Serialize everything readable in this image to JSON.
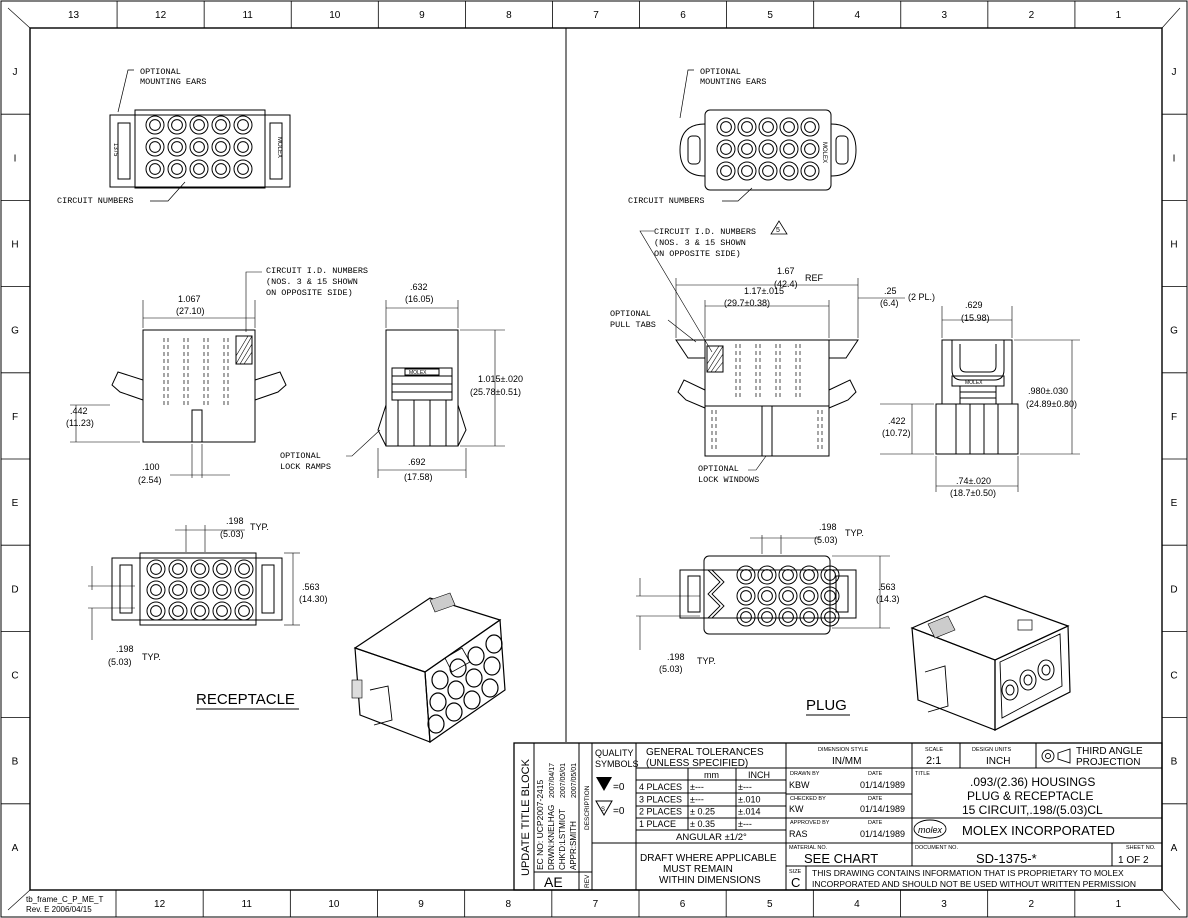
{
  "border": {
    "top_zones": [
      "13",
      "12",
      "11",
      "10",
      "9",
      "8",
      "7",
      "6",
      "5",
      "4",
      "3",
      "2",
      "1"
    ],
    "bottom_zones": [
      "12",
      "11",
      "10",
      "9",
      "8",
      "7",
      "6",
      "5",
      "4",
      "3",
      "2",
      "1"
    ],
    "row_zones": [
      "J",
      "I",
      "H",
      "G",
      "F",
      "E",
      "D",
      "C",
      "B",
      "A"
    ],
    "frame_id": "tb_frame_C_P_ME_T",
    "frame_rev": "Rev. E 2006/04/15"
  },
  "receptacle": {
    "view_label": "RECEPTACLE",
    "mounting_ears_note": [
      "OPTIONAL",
      "MOUNTING EARS"
    ],
    "circuit_numbers_note": "CIRCUIT NUMBERS",
    "circuit_id_note": [
      "CIRCUIT I.D. NUMBERS",
      "(NOS. 3 & 15 SHOWN",
      "ON OPPOSITE SIDE)"
    ],
    "lock_ramps_note": [
      "OPTIONAL",
      "LOCK RAMPS"
    ],
    "side_text_left": "1375",
    "side_text_right": "MOLEX",
    "dims": {
      "width_in": "1.067",
      "width_mm": "(27.10)",
      "depth_in": ".632",
      "depth_mm": "(16.05)",
      "height_in": "1.015±.020",
      "height_mm": "(25.78±0.51)",
      "ear_in": ".442",
      "ear_mm": "(11.23)",
      "tab_in": ".100",
      "tab_mm": "(2.54)",
      "base_in": ".692",
      "base_mm": "(17.58)",
      "pitch_top_in": ".198",
      "pitch_top_mm": "(5.03)",
      "typ": "TYP.",
      "face_h_in": ".563",
      "face_h_mm": "(14.30)",
      "pitch_bot_in": ".198",
      "pitch_bot_mm": "(5.03)"
    }
  },
  "plug": {
    "view_label": "PLUG",
    "mounting_ears_note": [
      "OPTIONAL",
      "MOUNTING EARS"
    ],
    "circuit_numbers_note": "CIRCUIT NUMBERS",
    "circuit_id_note": [
      "CIRCUIT I.D. NUMBERS",
      "(NOS. 3 & 15 SHOWN",
      "ON OPPOSITE SIDE)"
    ],
    "revision_flag": "5",
    "pull_tabs_note": [
      "OPTIONAL",
      "PULL TABS"
    ],
    "lock_windows_note": [
      "OPTIONAL",
      "LOCK WINDOWS"
    ],
    "side_text_right": "MOLEX",
    "dims": {
      "overall_in": "1.67",
      "overall_mm": "(42.4)",
      "ref": "REF",
      "body_in": "1.17±.015",
      "body_mm": "(29.7±0.38)",
      "flange_in": ".25",
      "flange_mm": "(6.4)",
      "flange_pl": "(2 PL.)",
      "depth_in": ".629",
      "depth_mm": "(15.98)",
      "height_in": ".980±.030",
      "height_mm": "(24.89±0.80)",
      "lower_in": ".422",
      "lower_mm": "(10.72)",
      "base_in": ".74±.020",
      "base_mm": "(18.7±0.50)",
      "pitch_top_in": ".198",
      "pitch_top_mm": "(5.03)",
      "typ": "TYP.",
      "face_h_in": ".563",
      "face_h_mm": "(14.3)",
      "pitch_bot_in": ".198",
      "pitch_bot_mm": "(5.03)"
    }
  },
  "title_block": {
    "revision_title": "UPDATE TITLE BLOCK",
    "ec_no": "EC NO: UCP2007-2415",
    "drwn": "DRWN:KNELHAG",
    "drwn_date": "2007/04/17",
    "chkd": "CHK'D:LSTMIOT",
    "chkd_date": "2007/05/01",
    "appr": "APPR:SMITH",
    "appr_date": "2007/05/01",
    "description_label": "DESCRIPTION",
    "rev_label": "REV",
    "rev_value": "AE",
    "quality_symbols": [
      "QUALITY",
      "SYMBOLS"
    ],
    "qs_row1": "=0",
    "qs_row2": "=0",
    "gen_tol_title": [
      "GENERAL TOLERANCES",
      "(UNLESS SPECIFIED)"
    ],
    "tol_head_mm": "mm",
    "tol_head_inch": "INCH",
    "tolerances": [
      {
        "places": "4 PLACES",
        "mm": "±---",
        "inch": "±---"
      },
      {
        "places": "3 PLACES",
        "mm": "±---",
        "inch": "±.010"
      },
      {
        "places": "2 PLACES",
        "mm": "± 0.25",
        "inch": "±.014"
      },
      {
        "places": "1 PLACE",
        "mm": "± 0.35",
        "inch": "±---"
      }
    ],
    "angular": "ANGULAR ±1/2°",
    "draft_note": [
      "DRAFT WHERE APPLICABLE",
      "MUST REMAIN",
      "WITHIN DIMENSIONS"
    ],
    "dim_style_label": "DIMENSION STYLE",
    "dim_style": "IN/MM",
    "scale_label": "SCALE",
    "scale": "2:1",
    "design_units_label": "DESIGN UNITS",
    "design_units": "INCH",
    "projection": [
      "THIRD ANGLE",
      "PROJECTION"
    ],
    "drawn_by_label": "DRAWN BY",
    "drawn_by": "KBW",
    "checked_by_label": "CHECKED BY",
    "checked_by": "KW",
    "approved_by_label": "APPROVED BY",
    "approved_by": "RAS",
    "date_label": "DATE",
    "drawn_date": "01/14/1989",
    "checked_date": "01/14/1989",
    "approved_date": "01/14/1989",
    "title_label": "TITLE",
    "title": [
      ".093/(2.36) HOUSINGS",
      "PLUG & RECEPTACLE",
      "15 CIRCUIT,.198/(5.03)CL"
    ],
    "company_logo": "molex",
    "company": "MOLEX INCORPORATED",
    "material_label": "MATERIAL NO.",
    "material": "SEE CHART",
    "document_label": "DOCUMENT NO.",
    "document": "SD-1375-*",
    "sheet_label": "SHEET NO.",
    "sheet": "1 OF 2",
    "size_label": "SIZE",
    "size": "C",
    "proprietary": [
      "THIS DRAWING CONTAINS INFORMATION THAT IS PROPRIETARY TO MOLEX",
      "INCORPORATED AND SHOULD NOT BE USED WITHOUT WRITTEN PERMISSION"
    ]
  }
}
